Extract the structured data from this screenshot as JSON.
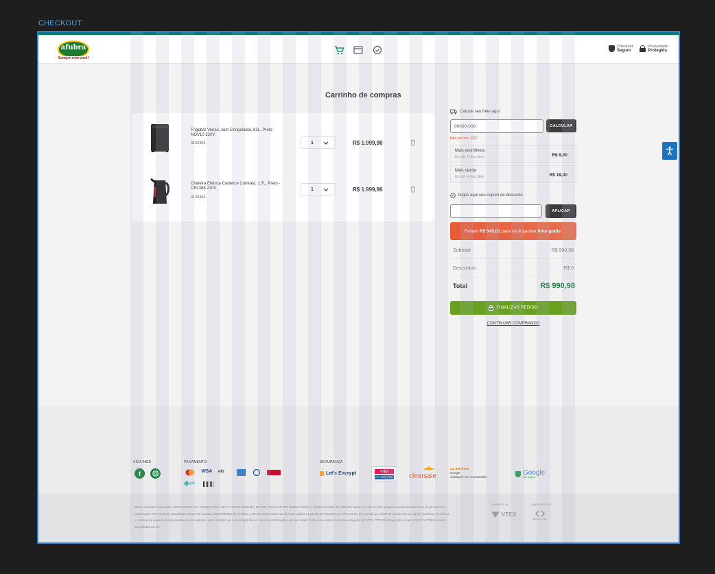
{
  "frame": {
    "label": "CHECKOUT"
  },
  "header": {
    "logo_text": "afubra",
    "logo_tagline": "Sempre com você!",
    "secure1_small": "Checkout",
    "secure1_big": "Seguro",
    "secure2_small": "Privacidade",
    "secure2_big": "Protegida"
  },
  "cart": {
    "title": "Carrinho de compras",
    "items": [
      {
        "name": "Frigobar Venax, com Congelador, 82L, Preto - NGV10 220V",
        "sku": "0123456",
        "qty": "1",
        "price": "R$ 1.999,90"
      },
      {
        "name": "Chaleira Elétrica Cadence Contrast, 1,7L, Preto - CEL388 220V",
        "sku": "0123456",
        "qty": "1",
        "price": "R$ 1.999,90"
      }
    ]
  },
  "shipping": {
    "label": "Calcule seu frete aqui",
    "cep_placeholder": "00000-000",
    "calc_button": "CALCULAR",
    "no_cep": "Não sei meu CEP",
    "options": [
      {
        "title": "Mais econômica",
        "sub": "Em até 7 dias úteis",
        "value": "R$ 9,00"
      },
      {
        "title": "Mais rápida",
        "sub": "Em até 4 dias úteis",
        "value": "R$ 19,00"
      }
    ]
  },
  "coupon": {
    "label": "Digite aqui seu cupom de desconto",
    "apply_button": "APLICAR"
  },
  "promo": {
    "prefix": "Faltam",
    "amount": "R$ 549,01",
    "middle": "para você ganhar",
    "highlight": "frete grátis"
  },
  "summary": {
    "subtotal_label": "Subtotal",
    "subtotal_value": "R$ 990,98",
    "discount_label": "Descontos",
    "discount_value": "R$ 0",
    "total_label": "Total",
    "total_value": "R$ 990,98",
    "finalize_button": "FINALIZAR PEDIDO",
    "continue_link": "CONTINUAR COMPRANDO"
  },
  "footer": {
    "social_title": "SIGA-NOS",
    "payment_title": "PAGAMENTO",
    "security_title": "SEGURANÇA",
    "pay_visa": "VISA",
    "pay_elo": "elo",
    "pay_pix": "pix",
    "lets_encrypt": "Let's Encrypt",
    "vtex_seal": "VTEX",
    "vtex_seal_sub": "PCI CERTIFIED",
    "clearsale": "clearsale",
    "google_rating": "4,5 ★★★★★",
    "google_name": "Google",
    "google_reviews": "Avaliações do Consumidor",
    "google_safe": "Google",
    "google_safe_sub": "Site Seguro",
    "legal": "Todos os direitos reservados. AGRO-COMERCIAL AFUBRA LTDA CNPJ 74.072.513/0044-84 | Rod BR-471 KM 147 300 Mathias Portão (7, Distrito Industrial, RS 835-642, Santa Cruz do Sul, RS. Imagens meramente ilustrativas. É permitido um cadastro por CPF. Os itens, quantidades, prazos de validade, disponibilidade de produtos e ofertas podem variar nas diversas regiões e poderão ser limitados por CPF, por dia, por período, por oferta de acordo com as regras e políticas. Os valores e condição de pagamento dos produtos do site poderão conter divergências com as lojas físicas. Para mais informações acesse nossas Políticas ou entre em contato via ligação (51) 3713-7770, WhatsApp pelo número (51) 3713-7750 ou email - sac@afubra.com.br",
    "powered_label": "POWERED BY",
    "powered_name": "VTEX",
    "developed_label": "DEVELOPED BY",
    "developed_name": "penso code"
  }
}
